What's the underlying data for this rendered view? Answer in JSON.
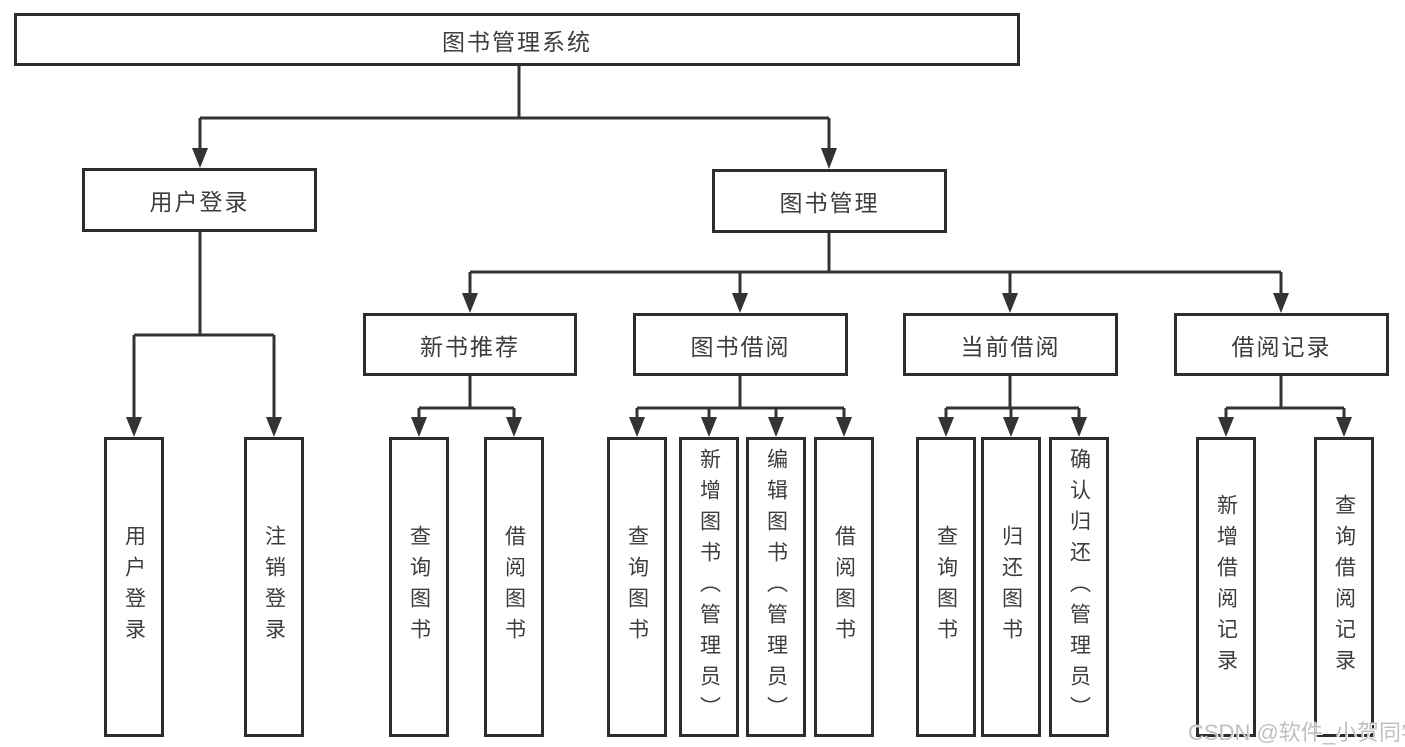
{
  "diagram": {
    "root": "图书管理系统",
    "level2": {
      "user_login": "用户登录",
      "book_mgmt": "图书管理"
    },
    "level3": {
      "new_books": "新书推荐",
      "book_borrow": "图书借阅",
      "current_borrow": "当前借阅",
      "borrow_records": "借阅记录"
    },
    "leaves": {
      "user_login": [
        "用户登录",
        "注销登录"
      ],
      "new_books": [
        "查询图书",
        "借阅图书"
      ],
      "book_borrow": [
        "查询图书",
        "新增图书（管理员）",
        "编辑图书（管理员）",
        "借阅图书"
      ],
      "current_borrow": [
        "查询图书",
        "归还图书",
        "确认归还（管理员）"
      ],
      "borrow_records": [
        "新增借阅记录",
        "查询借阅记录"
      ]
    }
  },
  "watermark": "CSDN @软件_小贺同学",
  "colors": {
    "line": "#333333",
    "box_border": "#2d2d2d",
    "text": "#3d3d3d",
    "watermark": "#c0c0c0",
    "background": "#ffffff"
  }
}
